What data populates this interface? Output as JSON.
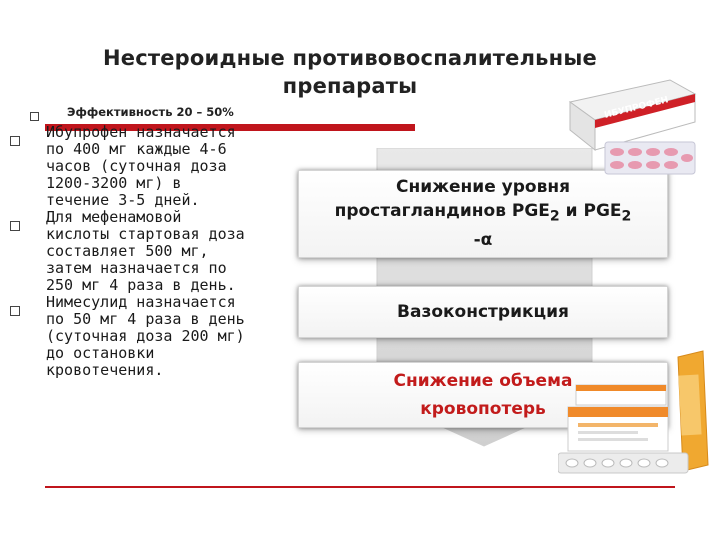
{
  "title": {
    "line1": "Нестероидные противовоспалительные",
    "line2": "препараты"
  },
  "subtitle": "Эффективность 20 – 50%",
  "bullets": [
    {
      "lines": [
        "Ибупрофен назначается",
        "по 400 мг каждые 4-6",
        "часов (суточная доза",
        "1200-3200 мг) в",
        "течение 3-5 дней."
      ]
    },
    {
      "lines": [
        "Для мефенамовой",
        "кислоты стартовая доза",
        "составляет 500 мг,",
        "затем назначается по",
        "250 мг 4 раза в день."
      ]
    },
    {
      "lines": [
        "Нимесулид назначается",
        "по 50 мг 4 раза в день",
        "(суточная доза 200 мг)",
        "до остановки",
        "кровотечения."
      ]
    }
  ],
  "flow": {
    "step1": {
      "line1": "Снижение уровня",
      "line2_prefix": "простагландинов PGE",
      "sub1": "2",
      "line2_mid": " и PGE",
      "sub2": "2",
      "line3": "-α"
    },
    "step2": "Вазоконстрикция",
    "step3": {
      "line1": "Снижение объема",
      "line2": "кровопотерь"
    }
  },
  "product_box_text": "ИБУПРОФЕН",
  "colors": {
    "accent": "#c0151c",
    "outcome": "#c21b1b"
  },
  "icons": [
    "ibuprofen-package-image",
    "nsaid-packages-image",
    "bullet-square-icon"
  ]
}
